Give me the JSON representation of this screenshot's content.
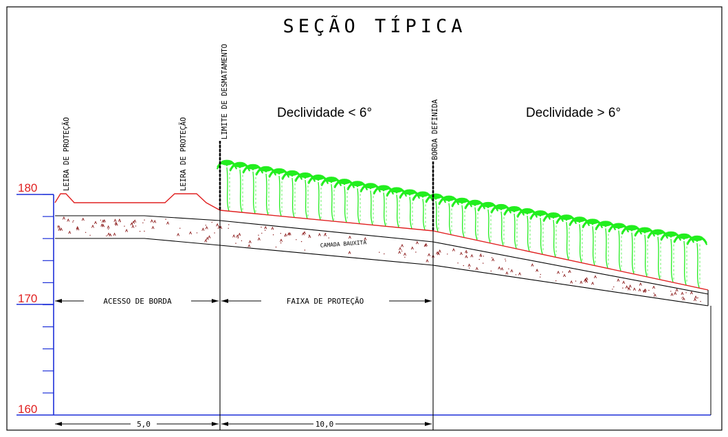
{
  "title": "SEÇÃO TÍPICA",
  "slope_labels": {
    "left": "Declividade < 6°",
    "right": "Declividade > 6°"
  },
  "elevations": [
    "180",
    "170",
    "160"
  ],
  "vertical_labels": {
    "leira_1": "LEIRA DE PROTEÇÃO",
    "leira_2": "LEIRA DE PROTEÇÃO",
    "limite": "LIMITE DE DESMATAMENTO",
    "borda": "BORDA DEFINIDA"
  },
  "layer_label": "CAMADA BAUXITA",
  "zone_labels": {
    "acesso": "ACESSO DE BORDA",
    "faixa": "FAIXA DE PROTEÇÃO"
  },
  "dimensions": {
    "acesso": "5,0",
    "faixa": "10,0"
  },
  "colors": {
    "axis": "#1c2fd8",
    "elevation_text": "#e02020",
    "terrain_line": "#e02020",
    "palm": "#22ee1e",
    "bauxite_speckle": "#8b1a1a",
    "line": "#000000"
  }
}
